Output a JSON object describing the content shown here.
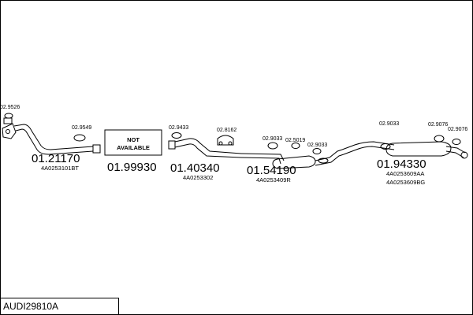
{
  "title": "AUDI29810A",
  "not_available": [
    "NOT",
    "AVAILABLE"
  ],
  "parts": [
    {
      "number": "01.21170",
      "ref": "4A0253101BT"
    },
    {
      "number": "01.99930",
      "ref": ""
    },
    {
      "number": "01.40340",
      "ref": "4A0253302"
    },
    {
      "number": "01.54190",
      "ref": "4A0253409R"
    },
    {
      "number": "01.94330",
      "ref": "4A0253609AA",
      "ref2": "4A0253609BG"
    }
  ],
  "fittings": [
    "02.9526",
    "02.9549",
    "02.9433",
    "02.8162",
    "02.9033",
    "02.5019",
    "02.9033",
    "02.9033",
    "02.9076",
    "02.9076"
  ]
}
